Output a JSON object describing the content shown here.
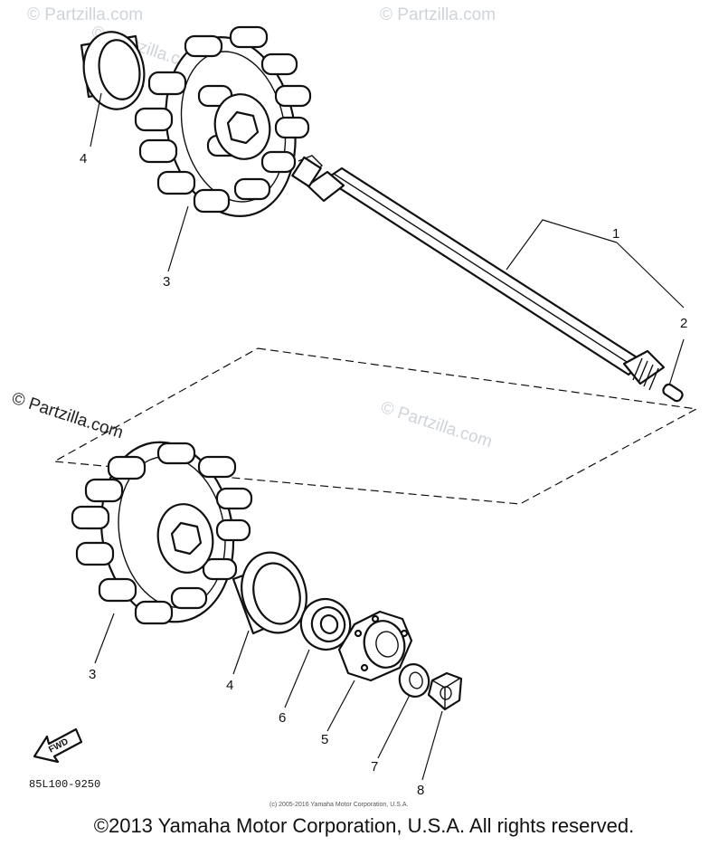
{
  "callouts": {
    "c1": "1",
    "c2": "2",
    "c3_top": "3",
    "c4_top": "4",
    "c3_bottom": "3",
    "c4_bottom": "4",
    "c5": "5",
    "c6": "6",
    "c7": "7",
    "c8": "8"
  },
  "fwd_label": "FWD",
  "diagram_code": "85L100-9250",
  "small_copyright": "(c) 2005-2016 Yamaha Motor Corporation, U.S.A.",
  "watermark_text": "© Partzilla.com",
  "footer_copyright": "©2013 Yamaha Motor Corporation, U.S.A. All rights reserved.",
  "colors": {
    "line": "#111111",
    "watermark": "#cfd4da"
  }
}
